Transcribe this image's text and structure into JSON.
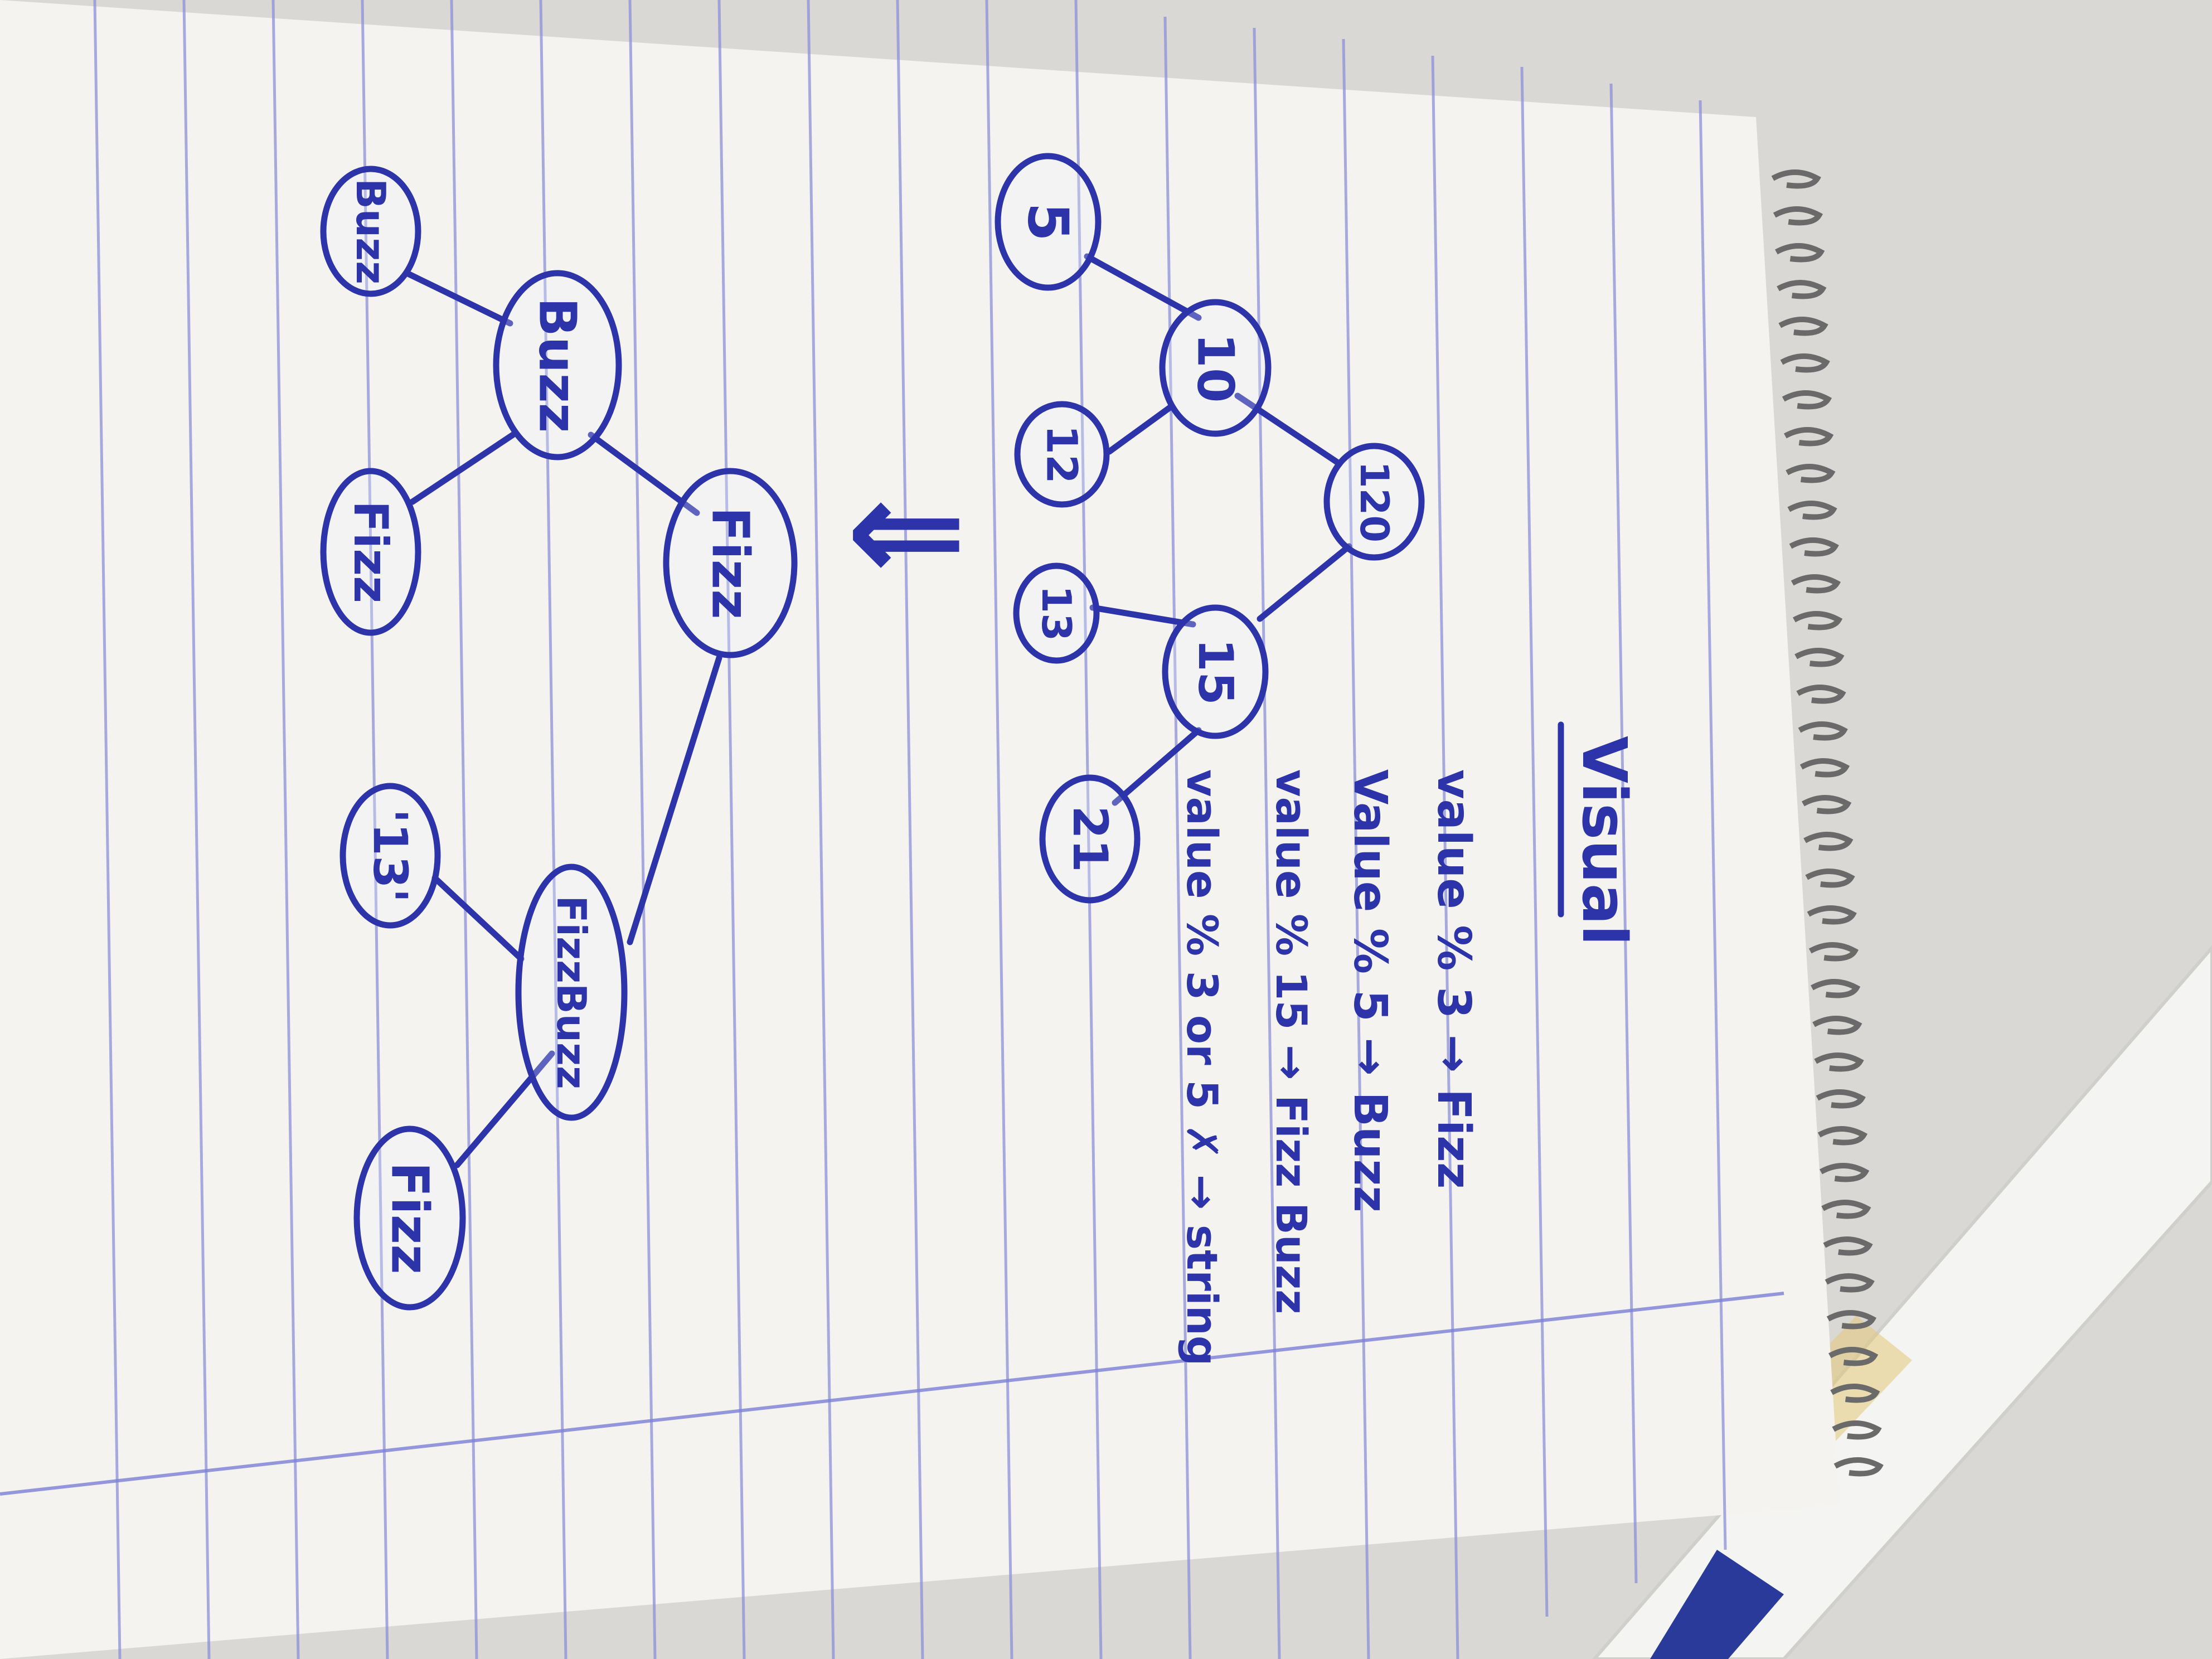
{
  "title": "Visual",
  "rules": [
    "value % 3 → Fizz",
    "Value % 5 → Buzz",
    "value % 15 → Fizz Buzz",
    "value % 3 or 5 ✗ → string"
  ],
  "arrow": "⇓",
  "input_tree": {
    "nodes": [
      "5",
      "10",
      "12",
      "120",
      "13",
      "15",
      "21"
    ],
    "edges": [
      [
        "5",
        "10"
      ],
      [
        "10",
        "12"
      ],
      [
        "10",
        "120"
      ],
      [
        "120",
        "15"
      ],
      [
        "15",
        "13"
      ],
      [
        "15",
        "21"
      ]
    ]
  },
  "output_tree": {
    "nodes": [
      "Buzz",
      "Buzz",
      "Fizz",
      "Fizz",
      "'13'",
      "FizzBuzz",
      "Fizz"
    ],
    "edges": [
      [
        "Buzz(10)",
        "Buzz(5)"
      ],
      [
        "Buzz(10)",
        "Fizz(12)"
      ],
      [
        "Buzz(10)",
        "Fizz(120)"
      ],
      [
        "Fizz(120)",
        "FizzBuzz(15)"
      ],
      [
        "FizzBuzz(15)",
        "'13'"
      ],
      [
        "FizzBuzz(15)",
        "Fizz(21)"
      ]
    ]
  },
  "colors": {
    "ink": "#2d33a8",
    "paper": "#f3f1ee",
    "rule_line": "#8a8fd6",
    "background": "#d8d6d2"
  }
}
